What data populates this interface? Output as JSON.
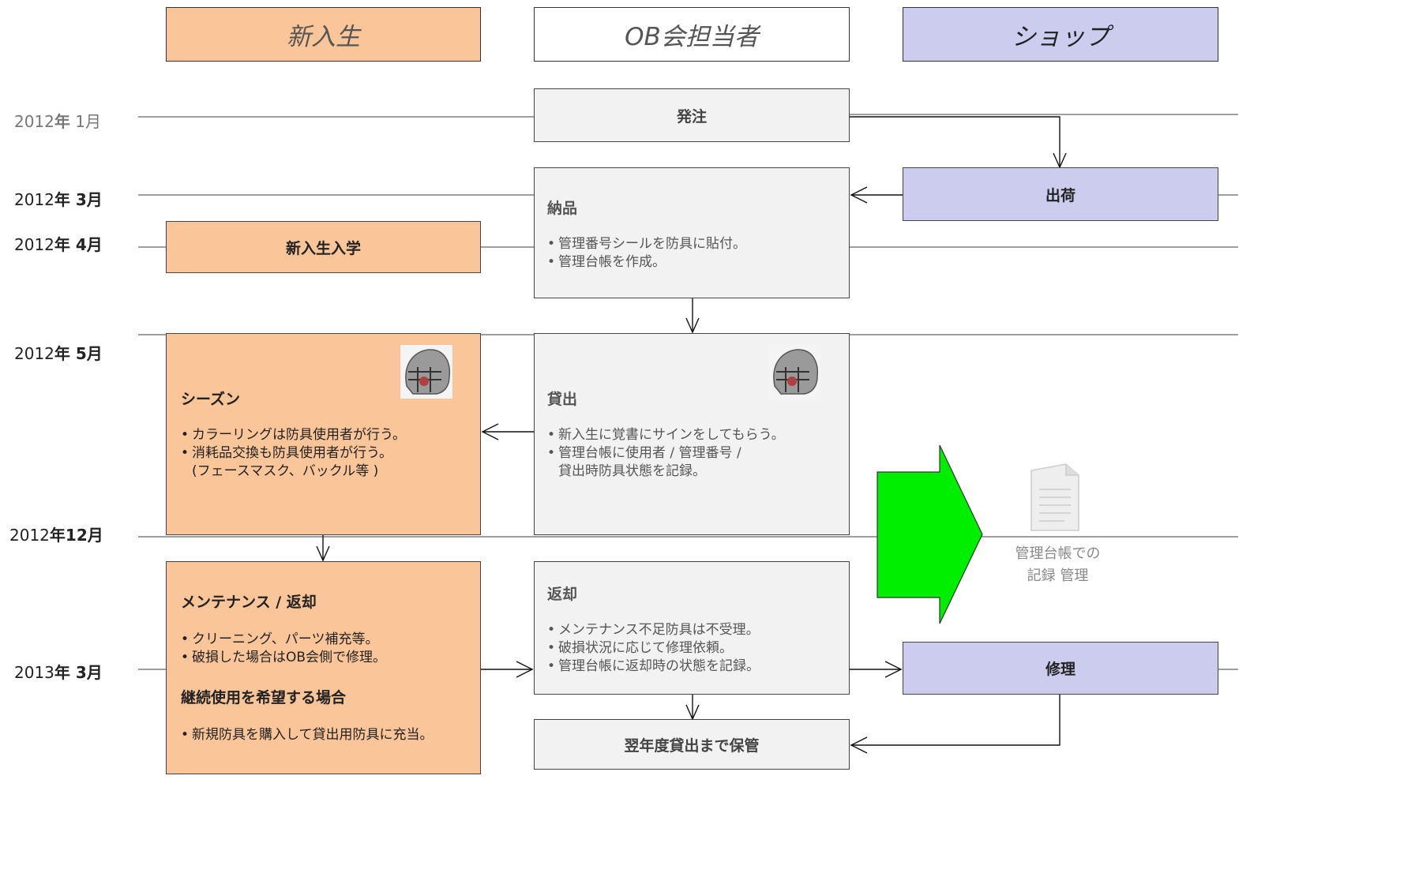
{
  "headers": {
    "student": "新入生",
    "ob": "OB会担当者",
    "shop": "ショップ"
  },
  "dates": [
    {
      "year": "2012",
      "nen": "年",
      "month": " 1月"
    },
    {
      "year": "2012",
      "nen": "年",
      "month": " 3月"
    },
    {
      "year": "2012",
      "nen": "年",
      "month": " 4月"
    },
    {
      "year": "2012",
      "nen": "年",
      "month": " 5月"
    },
    {
      "year": "2012",
      "nen": "年",
      "month": "12月"
    },
    {
      "year": "2013",
      "nen": "年",
      "month": " 3月"
    }
  ],
  "boxes": {
    "order": "発注",
    "ship": "出荷",
    "enroll": "新入生入学",
    "delivery": {
      "title": "納品",
      "items": [
        "管理番号シールを防具に貼付。",
        "管理台帳を作成。"
      ]
    },
    "season": {
      "title": "シーズン",
      "items": [
        "カラーリングは防具使用者が行う。",
        "消耗品交換も防具使用者が行う。"
      ],
      "note": "(フェースマスク、バックル等 )"
    },
    "lend": {
      "title": "貸出",
      "items": [
        "新入生に覚書にサインをしてもらう。",
        "管理台帳に使用者 / 管理番号 /"
      ],
      "note": "貸出時防具状態を記録。"
    },
    "maint": {
      "title": "メンテナンス / 返却",
      "items": [
        "クリーニング、パーツ補充等。",
        "破損した場合はOB会側で修理。"
      ],
      "title2": "継続使用を希望する場合",
      "items2": [
        "新規防具を購入して貸出用防具に充当。"
      ]
    },
    "ret": {
      "title": "返却",
      "items": [
        "メンテナンス不足防具は不受理。",
        "破損状況に応じて修理依頼。",
        "管理台帳に返却時の状態を記録。"
      ]
    },
    "repair": "修理",
    "storage": "翌年度貸出まで保管"
  },
  "ledger": {
    "line1": "管理台帳での",
    "line2": "記録 管理"
  },
  "colors": {
    "student": "#fac598",
    "shop": "#ccccee",
    "ob": "#f2f2f2",
    "arrow": "#00ee00"
  }
}
